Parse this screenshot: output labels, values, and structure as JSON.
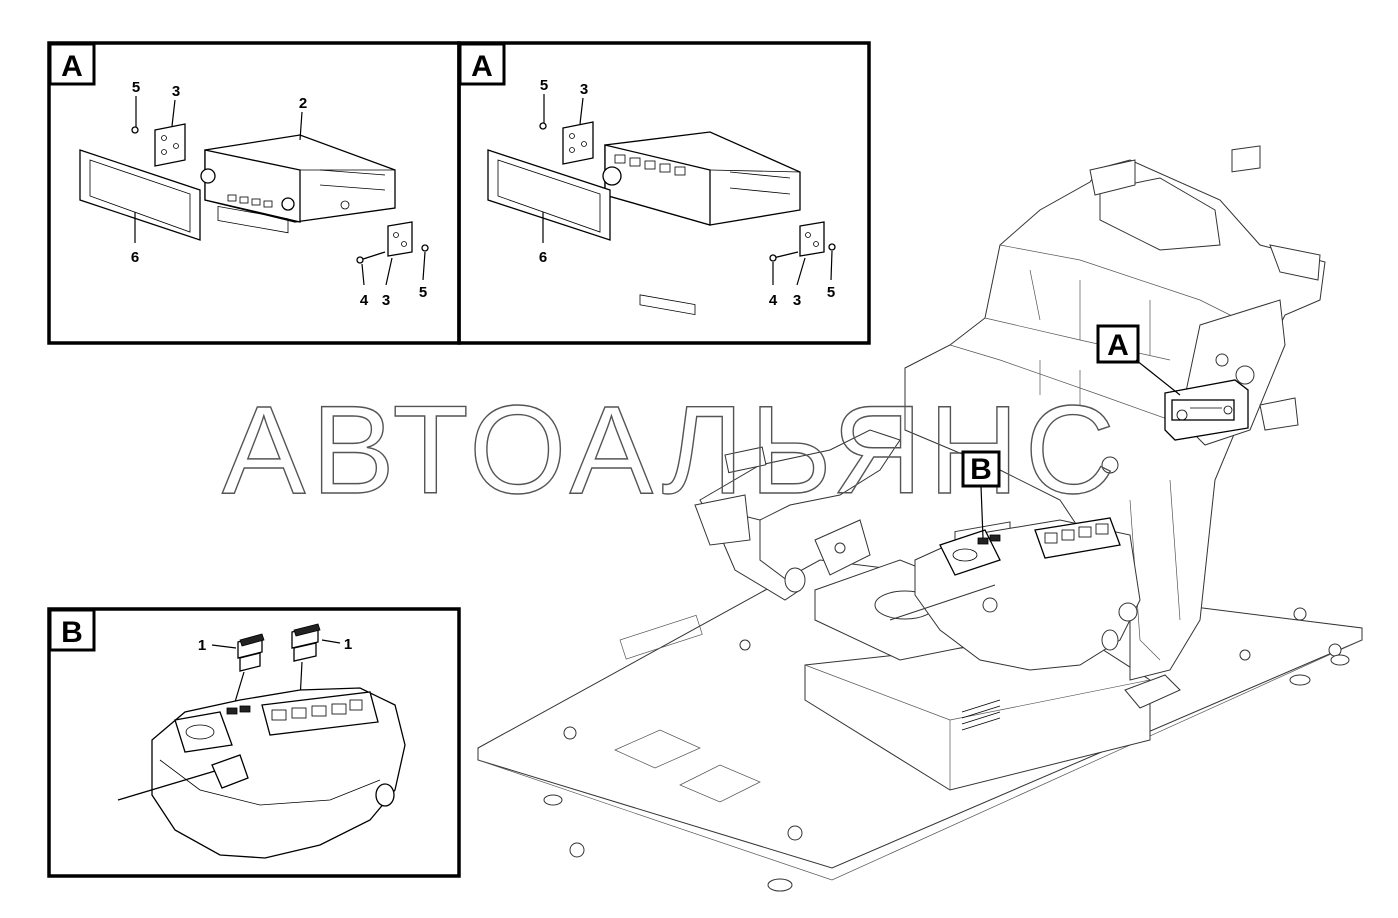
{
  "watermark": "АВТОАЛЬЯНС",
  "views": {
    "a_original": {
      "tag": "A",
      "callouts": {
        "screw_top": "5",
        "bracket_top": "3",
        "radio": "2",
        "frame": "6",
        "bolt": "4",
        "bracket_bottom": "3",
        "screw_bottom": "5"
      }
    },
    "a_alternate": {
      "tag": "A",
      "callouts": {
        "screw_top": "5",
        "bracket_top": "3",
        "frame": "6",
        "bolt": "4",
        "bracket_bottom": "3",
        "screw_bottom": "5"
      }
    },
    "b_detail": {
      "tag": "B",
      "callouts": {
        "switch_left": "1",
        "switch_right": "1"
      }
    },
    "main": {
      "marker_a": "A",
      "marker_b": "B"
    }
  }
}
